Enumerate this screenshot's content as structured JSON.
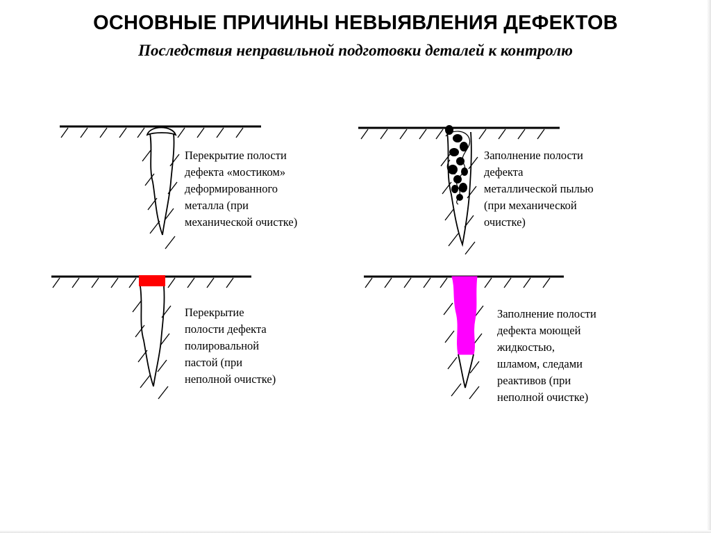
{
  "slide": {
    "title": "ОСНОВНЫЕ ПРИЧИНЫ НЕВЫЯВЛЕНИЯ ДЕФЕКТОВ",
    "subtitle": "Последствия неправильной подготовки деталей к контролю"
  },
  "panels": [
    {
      "id": "bridge",
      "fill": "metal-bridge",
      "caption_lines": [
        "Перекрытие полости",
        "дефекта «мостиком»",
        "деформированного",
        "металла (при",
        "механической очистке)"
      ]
    },
    {
      "id": "dust",
      "fill": "metal-dust",
      "fill_color": "#000000",
      "caption_lines": [
        "Заполнение полости",
        "дефекта",
        "металлической пылью",
        "(при механической",
        "очистке)"
      ]
    },
    {
      "id": "paste",
      "fill": "polishing-paste-cap",
      "fill_color": "#ff0000",
      "caption_lines": [
        "Перекрытие",
        "полости дефекта",
        "полировальной",
        "пастой (при",
        "неполной очистке)"
      ]
    },
    {
      "id": "liquid",
      "fill": "washing-liquid",
      "fill_color": "#ff00ff",
      "caption_lines": [
        "Заполнение полости",
        "дефекта моющей",
        "жидкостью,",
        "шламом, следами",
        "реактивов (при",
        "неполной очистке)"
      ]
    }
  ]
}
